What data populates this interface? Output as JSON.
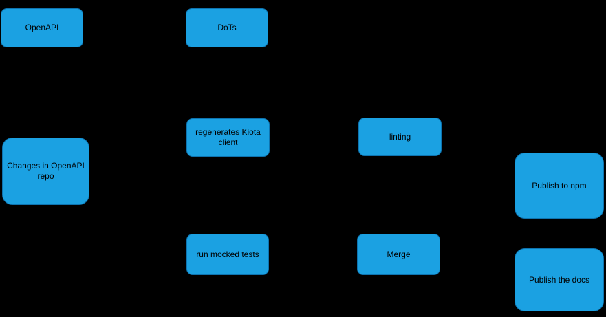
{
  "diagram": {
    "colors": {
      "background": "#000000",
      "node_fill": "#1BA1E2",
      "node_border": "#0E74B0",
      "node_text": "#000000"
    },
    "nodes": {
      "openapi": {
        "label": "OpenAPI"
      },
      "dots": {
        "label": "DoTs"
      },
      "regenerates_kiota_client": {
        "label": "regenerates Kiota client"
      },
      "linting": {
        "label": "linting"
      },
      "changes_in_openapi_repo": {
        "label": "Changes in OpenAPI repo"
      },
      "run_mocked_tests": {
        "label": "run mocked tests"
      },
      "merge": {
        "label": "Merge"
      },
      "publish_to_npm": {
        "label": "Publish to npm"
      },
      "publish_the_docs": {
        "label": "Publish the docs"
      }
    }
  }
}
